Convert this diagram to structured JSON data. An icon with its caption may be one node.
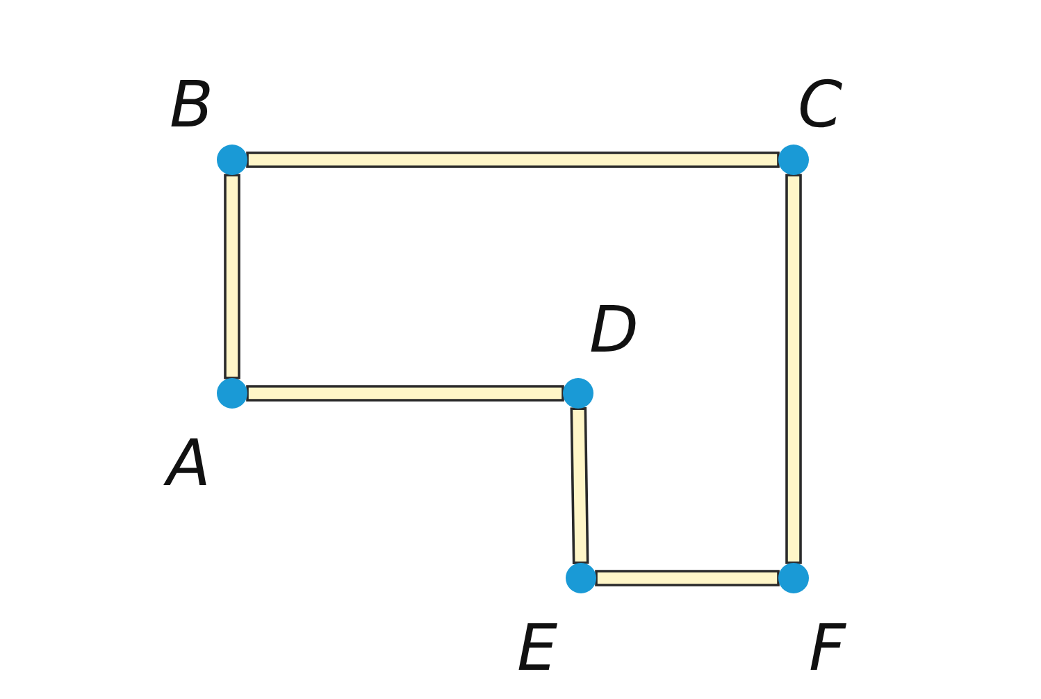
{
  "diagram": {
    "nodes": [
      {
        "text": [],
        "shape": "circle"
      },
      {
        "text": [],
        "shape": "circle"
      },
      {
        "text": [],
        "shape": "circle"
      },
      {
        "text": [],
        "shape": "circle"
      },
      {
        "text": [],
        "shape": "circle"
      },
      {
        "text": [],
        "shape": "circle"
      }
    ],
    "edges": [
      {
        "from": 0,
        "to": 1,
        "arrow": "none"
      },
      {
        "from": 1,
        "to": 5,
        "arrow": "none"
      },
      {
        "from": 5,
        "to": 4,
        "arrow": "none"
      },
      {
        "from": 4,
        "to": 3,
        "arrow": "none"
      },
      {
        "from": 3,
        "to": 2,
        "arrow": "none"
      },
      {
        "from": 2,
        "to": 0,
        "arrow": "none"
      }
    ],
    "labels": [
      "B",
      "C",
      "D",
      "A",
      "E",
      "F"
    ]
  }
}
